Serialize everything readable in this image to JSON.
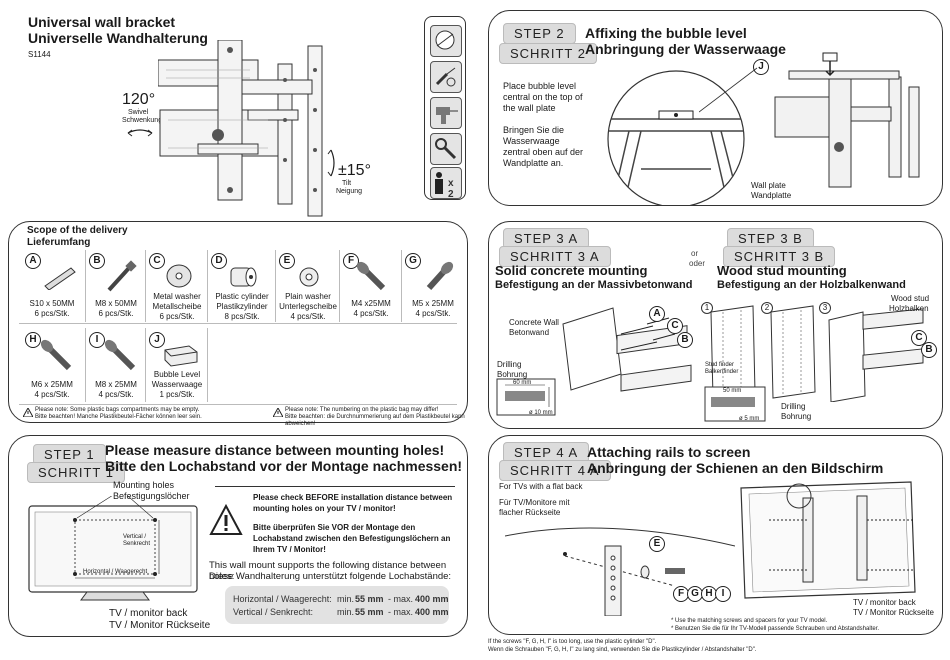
{
  "header": {
    "title_en": "Universal wall bracket",
    "title_de": "Universelle Wandhalterung",
    "model": "S1144",
    "swivel_value": "120°",
    "swivel_en": "Swivel",
    "swivel_de": "Schwenkung",
    "tilt_value": "±15°",
    "tilt_en": "Tilt",
    "tilt_de": "Neigung"
  },
  "tools": {
    "icons": [
      "level-tool-icon",
      "screwdriver-icon",
      "drill-icon",
      "wrench-icon",
      "two-persons-icon"
    ],
    "persons_label": "x 2"
  },
  "scope": {
    "title_en": "Scope of the delivery",
    "title_de": "Lieferumfang",
    "items": [
      {
        "letter": "A",
        "label": "S10 x 50MM",
        "qty": "6 pcs/Stk."
      },
      {
        "letter": "B",
        "label": "M8 x 50MM",
        "qty": "6 pcs/Stk."
      },
      {
        "letter": "C",
        "label": "Metal washer\nMetallscheibe",
        "qty": "6 pcs/Stk."
      },
      {
        "letter": "D",
        "label": "Plastic cylinder\nPlastikzylinder",
        "qty": "8 pcs/Stk."
      },
      {
        "letter": "E",
        "label": "Plain washer\nUnterlegscheibe",
        "qty": "4 pcs/Stk."
      },
      {
        "letter": "F",
        "label": "M4 x25MM",
        "qty": "4 pcs/Stk."
      },
      {
        "letter": "G",
        "label": "M5 x 25MM",
        "qty": "4 pcs/Stk."
      },
      {
        "letter": "H",
        "label": "M6 x 25MM",
        "qty": "4 pcs/Stk."
      },
      {
        "letter": "I",
        "label": "M8 x 25MM",
        "qty": "4 pcs/Stk."
      },
      {
        "letter": "J",
        "label": "Bubble Level\nWasserwaage",
        "qty": "1 pcs/Stk."
      }
    ],
    "note_left_1": "Please note: Some plastic bags compartments may be empty.",
    "note_left_2": "Bitte beachten! Manche Plastikbeutel-Fächer können leer sein.",
    "note_right_1": "Please note: The numbering on the plastic bag may differ!",
    "note_right_2": "Bitte beachten: die Durchnummerierung auf dem Plastikbeutel kann abweichen!"
  },
  "step1": {
    "tag_en": "STEP 1",
    "tag_de": "SCHRITT 1",
    "title_en": "Please measure distance between mounting holes!",
    "title_de": "Bitte den Lochabstand vor der Montage nachmessen!",
    "holes_en": "Mounting holes",
    "holes_de": "Befestigungslöcher",
    "vertical_label": "Vertical /\nSenkrecht",
    "horizontal_label": "Horizontal / Waagerecht",
    "tv_en": "TV / monitor back",
    "tv_de": "TV / Monitor Rückseite",
    "warn_en": "Please check BEFORE installation distance between mounting holes on your TV / monitor!",
    "warn_de": "Bitte überprüfen Sie VOR der Montage den Lochabstand zwischen den Befestigungslöchern an Ihrem TV / Monitor!",
    "supports_en": "This wall mount supports the following distance between holes:",
    "supports_de": "Diese Wandhalterung unterstützt folgende Lochabstände:",
    "rows": [
      {
        "label": "Horizontal / Waagerecht:",
        "min_word": "min.",
        "min": "55 mm",
        "sep": "- max.",
        "max": "400 mm"
      },
      {
        "label": "Vertical / Senkrecht:",
        "min_word": "min.",
        "min": "55 mm",
        "sep": "- max.",
        "max": "400 mm"
      }
    ]
  },
  "step2": {
    "tag_en": "STEP 2",
    "tag_de": "SCHRITT 2",
    "title_en": "Affixing the bubble level",
    "title_de": "Anbringung der Wasserwaage",
    "text_en": "Place bubble level central on the top of the wall plate",
    "text_de": "Bringen Sie die Wasserwaage zentral oben auf der Wandplatte an.",
    "callout": "J",
    "wall_plate_en": "Wall plate",
    "wall_plate_de": "Wandplatte"
  },
  "step3": {
    "a_tag_en": "STEP 3 A",
    "a_tag_de": "SCHRITT 3 A",
    "b_tag_en": "STEP 3 B",
    "b_tag_de": "SCHRITT 3 B",
    "or_en": "or",
    "or_de": "oder",
    "a_title_en": "Solid concrete mounting",
    "a_title_de": "Befestigung an der Massivbetonwand",
    "b_title_en": "Wood stud mounting",
    "b_title_de": "Befestigung an der Holzbalkenwand",
    "concrete_en": "Concrete Wall",
    "concrete_de": "Betonwand",
    "drilling_en": "Drilling",
    "drilling_de": "Bohrung",
    "dim_60": "60 mm",
    "dim_10": "ø 10 mm",
    "dim_50": "50 mm",
    "dim_5": "ø 5 mm",
    "wood_stud_en": "Wood stud",
    "wood_stud_de": "Holzbalken",
    "stud_finder_en": "Stud finder",
    "stud_finder_de": "Balkenfinder",
    "sub_steps": [
      "1",
      "2",
      "3"
    ],
    "callouts": [
      "A",
      "C",
      "B"
    ]
  },
  "step4": {
    "tag_en": "STEP 4 A",
    "tag_de": "SCHRITT 4 A",
    "title_en": "Attaching rails to screen",
    "title_de": "Anbringung der Schienen an den Bildschirm",
    "flat_en": "For TVs with a flat back",
    "flat_de": "Für TV/Monitore mit flacher Rückseite",
    "callout_e": "E",
    "callouts_fghi": [
      "F",
      "G",
      "H",
      "I"
    ],
    "tv_en": "TV / monitor back",
    "tv_de": "TV / Monitor Rückseite",
    "note_en": "* Use the matching screws and spacers for your TV model.",
    "note_de": "* Benutzen Sie die für Ihr TV-Modell passende Schrauben und Abstandshalter."
  },
  "footer": {
    "line_en": "If the screws \"F, G, H, I\" is too long, use the plastic cylinder \"D\".",
    "line_de": "Wenn die Schrauben \"F, G, H, I\" zu lang sind, verwenden Sie die Plastikzylinder / Abstandshalter \"D\"."
  }
}
